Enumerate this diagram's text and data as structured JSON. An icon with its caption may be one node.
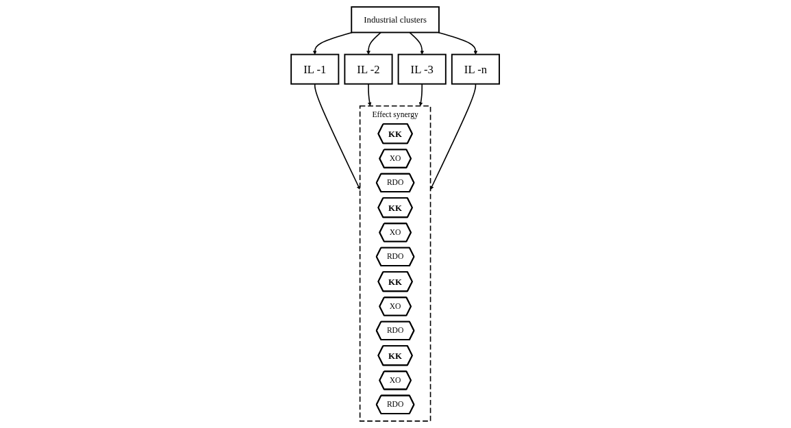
{
  "diagram": {
    "nodes": [
      {
        "text": [
          "Industrial clusters"
        ]
      },
      {
        "text": [
          "IL -1"
        ]
      },
      {
        "text": [
          "IL -2"
        ]
      },
      {
        "text": [
          "IL -3"
        ]
      },
      {
        "text": [
          "IL -n"
        ]
      },
      {
        "text": [
          "Effect synergy"
        ]
      },
      {
        "text": [
          "KK"
        ],
        "in": 5
      },
      {
        "text": [
          "XO"
        ],
        "in": 5
      },
      {
        "text": [
          "RDO"
        ],
        "in": 5
      },
      {
        "text": [
          "KK"
        ],
        "in": 5
      },
      {
        "text": [
          "XO"
        ],
        "in": 5
      },
      {
        "text": [
          "RDO"
        ],
        "in": 5
      },
      {
        "text": [
          "KK"
        ],
        "in": 5
      },
      {
        "text": [
          "XO"
        ],
        "in": 5
      },
      {
        "text": [
          "RDO"
        ],
        "in": 5
      },
      {
        "text": [
          "KK"
        ],
        "in": 5
      },
      {
        "text": [
          "XO"
        ],
        "in": 5
      },
      {
        "text": [
          "RDO"
        ],
        "in": 5
      }
    ],
    "edges": [
      {
        "from": 0,
        "to": 1,
        "arrow": "to"
      },
      {
        "from": 0,
        "to": 2,
        "arrow": "to"
      },
      {
        "from": 0,
        "to": 3,
        "arrow": "to"
      },
      {
        "from": 0,
        "to": 4,
        "arrow": "to"
      },
      {
        "from": 1,
        "to": 5,
        "arrow": "to"
      },
      {
        "from": 2,
        "to": 5,
        "arrow": "to"
      },
      {
        "from": 3,
        "to": 5,
        "arrow": "to"
      },
      {
        "from": 4,
        "to": 5,
        "arrow": "to"
      }
    ]
  }
}
